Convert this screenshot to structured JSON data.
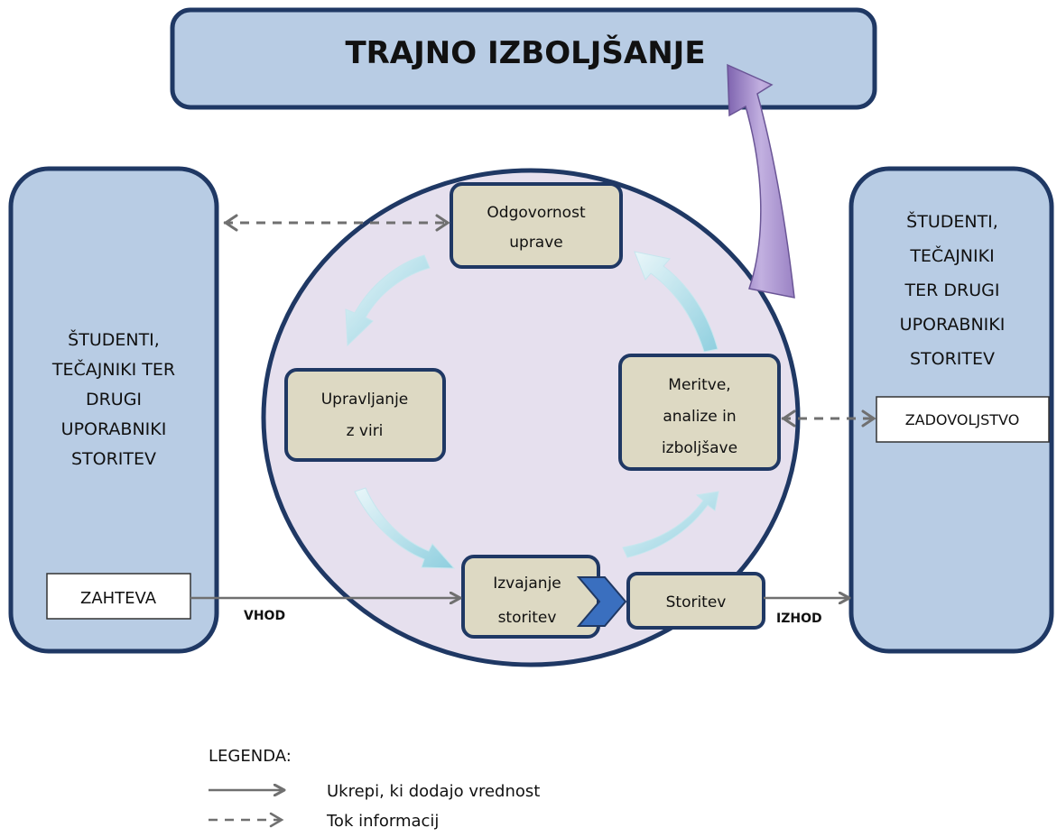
{
  "title": "TRAJNO IZBOLJŠANJE",
  "left_box": {
    "lines": [
      "ŠTUDENTI,",
      "TEČAJNIKI TER",
      "DRUGI",
      "UPORABNIKI",
      "STORITEV"
    ],
    "request_label": "ZAHTEVA"
  },
  "right_box": {
    "lines": [
      "ŠTUDENTI,",
      "TEČAJNIKI",
      "TER DRUGI",
      "UPORABNIKI",
      "STORITEV"
    ],
    "satisfaction_label": "ZADOVOLJSTVO"
  },
  "process": {
    "management": [
      "Odgovornost",
      "uprave"
    ],
    "resources": [
      "Upravljanje",
      "z viri"
    ],
    "measurement": [
      "Meritve,",
      "analize in",
      "izboljšave"
    ],
    "realization": [
      "Izvajanje",
      "storitev"
    ],
    "service": "Storitev"
  },
  "flow_labels": {
    "input": "VHOD",
    "output": "IZHOD"
  },
  "legend": {
    "title": "LEGENDA:",
    "solid": "Ukrepi, ki dodajo vrednost",
    "dashed": "Tok informacij"
  },
  "colors": {
    "panel_fill": "#b8cce4",
    "panel_stroke": "#1f3864",
    "circle_fill": "#e6e0ee",
    "box_fill": "#ddd9c3",
    "cycle_arrow": "#a9dbe6",
    "big_arrow": "#9b84c2",
    "chevron": "#3a6fbf"
  }
}
